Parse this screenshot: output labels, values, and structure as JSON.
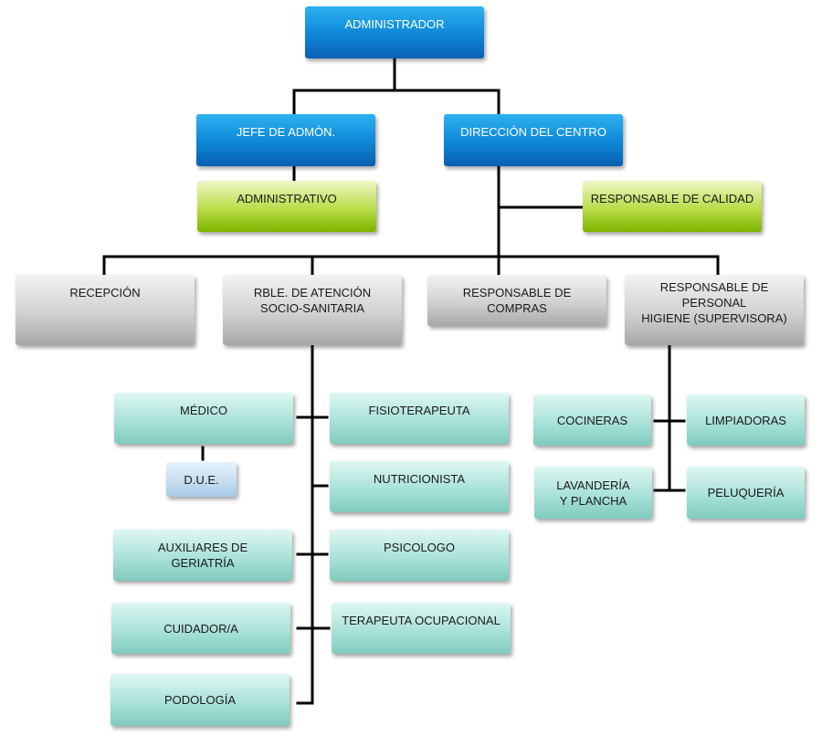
{
  "nodes": {
    "administrador": "ADMINISTRADOR",
    "jefe_admon": "JEFE DE ADMÓN.",
    "direccion_centro": "DIRECCIÓN DEL CENTRO",
    "administrativo": "ADMINISTRATIVO",
    "responsable_calidad": "RESPONSABLE DE CALIDAD",
    "recepcion": "RECEPCIÓN",
    "rble_atencion": "RBLE. DE ATENCIÓN\nSOCIO-SANITARIA",
    "responsable_compras": "RESPONSABLE DE COMPRAS",
    "responsable_personal": "RESPONSABLE DE PERSONAL\nHIGIENE (SUPERVISORA)",
    "medico": "MÉDICO",
    "due": "D.U.E.",
    "auxiliares": "AUXILIARES DE\nGERIATRÍA",
    "cuidador": "CUIDADOR/A",
    "podologia": "PODOLOGÍA",
    "fisioterapeuta": "FISIOTERAPEUTA",
    "nutricionista": "NUTRICIONISTA",
    "psicologo": "PSICOLOGO",
    "terapeuta": "TERAPEUTA OCUPACIONAL",
    "cocineras": "COCINERAS",
    "limpiadoras": "LIMPIADORAS",
    "lavanderia": "LAVANDERÍA\nY PLANCHA",
    "peluqueria": "PELUQUERÍA"
  },
  "colors": {
    "executive": "#0d86d6",
    "support": "#b9dc48",
    "department": "#d1d1d1",
    "staff": "#a9e2d8",
    "nursing": "#c3dcef",
    "connector": "#000000"
  }
}
